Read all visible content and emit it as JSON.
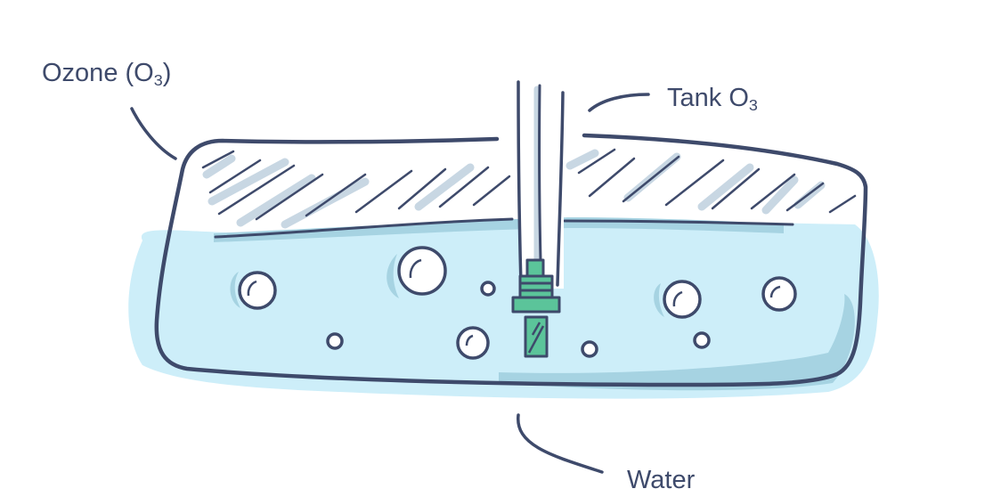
{
  "labels": {
    "ozone": {
      "text": "Ozone (O",
      "sub": "3",
      "suffix": ")"
    },
    "tank": {
      "text": "Tank O",
      "sub": "3"
    },
    "water": {
      "text": "Water"
    }
  },
  "colors": {
    "outline": "#3e4a6b",
    "water_fill": "#cdeef9",
    "water_shade": "#a6d3e2",
    "gas_hatch_light": "#c8d7e3",
    "diffuser_green": "#5bc49a"
  },
  "icons": {
    "bubble": "bubble-icon",
    "diffuser": "ozone-diffuser-icon",
    "tube": "ozone-inlet-tube-icon"
  }
}
